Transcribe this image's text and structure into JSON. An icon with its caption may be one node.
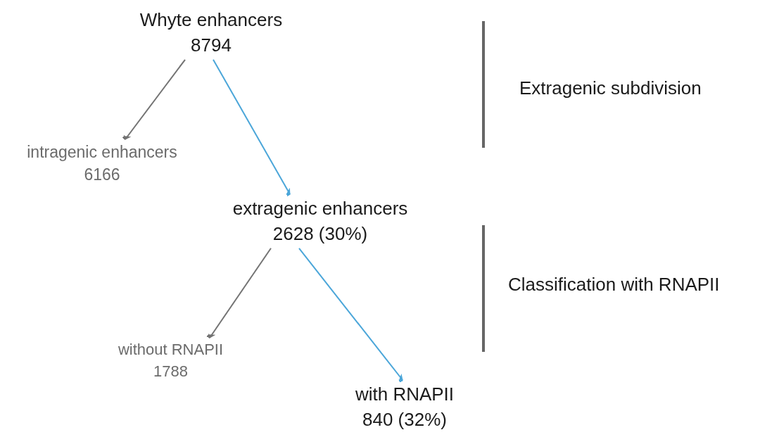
{
  "diagram": {
    "nodes": [
      {
        "text": [
          "Whyte enhancers",
          "8794"
        ]
      },
      {
        "text": [
          "intragenic enhancers",
          "6166"
        ]
      },
      {
        "text": [
          "extragenic enhancers",
          "2628 (30%)"
        ]
      },
      {
        "text": [
          "without RNAPII",
          "1788"
        ]
      },
      {
        "text": [
          "with RNAPII",
          "840 (32%)"
        ]
      }
    ],
    "edges": [
      {
        "from": 0,
        "to": 1,
        "arrow": "to"
      },
      {
        "from": 0,
        "to": 2,
        "arrow": "to",
        "color": "#4ba6d9"
      },
      {
        "from": 2,
        "to": 3,
        "arrow": "to"
      },
      {
        "from": 2,
        "to": 4,
        "arrow": "to",
        "color": "#4ba6d9"
      }
    ],
    "labels": [
      "Extragenic subdivision",
      "Classification with RNAPII"
    ]
  }
}
